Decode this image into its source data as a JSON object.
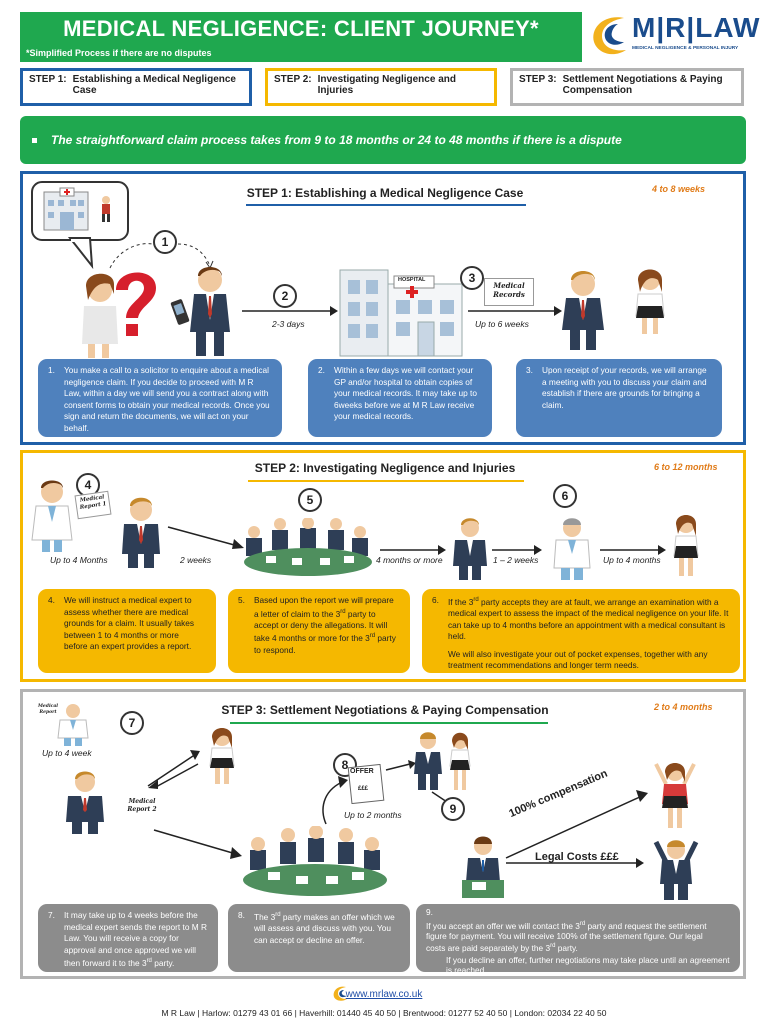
{
  "header": {
    "title": "MEDICAL NEGLIGENCE: CLIENT JOURNEY*",
    "subtitle": "*Simplified Process if there are no disputes"
  },
  "logo": {
    "text": "M|R|LAW",
    "tagline": "MEDICAL NEGLIGENCE & PERSONAL INJURY"
  },
  "steps_nav": [
    {
      "num": "STEP 1:",
      "label": "Establishing a Medical Negligence Case",
      "color": "#1f5fa8"
    },
    {
      "num": "STEP 2:",
      "label": "Investigating Negligence and Injuries",
      "color": "#f5b800"
    },
    {
      "num": "STEP 3:",
      "label": "Settlement Negotiations & Paying Compensation",
      "color": "#b3b3b3"
    }
  ],
  "banner": "The straightforward claim process takes from 9 to 18 months or 24 to 48 months if there is a dispute",
  "step1": {
    "title": "STEP 1: Establishing a Medical Negligence Case",
    "duration": "4 to 8 weeks",
    "markers": [
      "1",
      "2",
      "3"
    ],
    "labels": {
      "a": "2-3 days",
      "b": "Up to 6 weeks"
    },
    "records_doc": "Medical Records",
    "hospital_sign": "HOSPITAL",
    "boxes": [
      {
        "num": "1.",
        "text": "You make a call to a solicitor to enquire about a medical negligence claim. If you decide to proceed with M R Law, within a day we will send you a contract along with consent forms to obtain your medical records. Once you sign and return the documents, we will act on your behalf."
      },
      {
        "num": "2.",
        "text": "Within a few days we will contact your GP and/or hospital to obtain copies of your medical records. It may take up to 6weeks before we at M R Law receive your medical records."
      },
      {
        "num": "3.",
        "text": "Upon receipt of your records, we will arrange a meeting with you to discuss your claim and establish if there are grounds for bringing a claim."
      }
    ]
  },
  "step2": {
    "title": "STEP 2: Investigating Negligence and Injuries",
    "duration": "6 to 12 months",
    "markers": [
      "4",
      "5",
      "6"
    ],
    "labels": {
      "a": "Up to 4 Months",
      "b": "2 weeks",
      "c": "4 months or more",
      "d": "1 – 2 weeks",
      "e": "Up to 4 months"
    },
    "report_doc": "Medical Report 1",
    "box4": {
      "num": "4.",
      "text": "We will instruct a medical expert to assess whether there are medical grounds for a claim. It usually takes between 1 to 4 months or more before an expert provides a report."
    },
    "box5": {
      "num": "5.",
      "text_a": "Based upon the report we will prepare a letter of claim to the 3",
      "sup": "rd",
      "text_b": " party to accept or deny the allegations. It will take 4 months or more for the 3",
      "sup2": "rd",
      "text_c": " party to respond."
    },
    "box6": {
      "num": "6.",
      "text_a": "If the 3",
      "sup": "rd",
      "text_b": " party accepts they are at fault, we arrange an examination with a medical expert to assess the impact of the medical negligence on your life. It can take up to 4 months before an appointment with a medical consultant is held.",
      "extra": "We will also investigate your out of pocket expenses, together with any treatment recommendations and longer term needs."
    }
  },
  "step3": {
    "title": "STEP 3: Settlement Negotiations & Paying Compensation",
    "duration": "2 to 4 months",
    "markers": [
      "7",
      "8",
      "9"
    ],
    "labels": {
      "a": "Up to 4 week",
      "b": "Up to 2 months",
      "comp": "100% compensation",
      "legal": "Legal Costs £££"
    },
    "report_doc": "Medical Report 2",
    "small_doc": "Medical Report",
    "offer_doc": {
      "title": "OFFER",
      "amount": "£££"
    },
    "box7": {
      "num": "7.",
      "text_a": "It may take up to 4 weeks before the medical expert sends the report to M R Law. You will receive a copy for approval and once approved we will then forward it to the 3",
      "sup": "rd",
      "text_b": " party."
    },
    "box8": {
      "num": "8.",
      "text_a": "The 3",
      "sup": "rd",
      "text_b": " party makes an offer which we will assess and discuss with you. You can accept or decline an offer."
    },
    "box9": {
      "num": "9.",
      "text_a": "If you accept an offer we will contact the 3",
      "sup": "rd",
      "text_b": " party and request the settlement figure for payment. You will receive 100% of the settlement figure. Our legal costs are paid separately by the 3",
      "sup2": "rd",
      "text_c": " party.",
      "extra": "If you decline an offer, further negotiations may take place until an agreement is reached."
    }
  },
  "footer": {
    "url": "www.mrlaw.co.uk",
    "contacts": "M R Law | Harlow: 01279 43 01 66 | Haverhill: 01440 45 40 50 | Brentwood: 01277 52 40 50 | London: 02034 22 40 50"
  },
  "colors": {
    "green": "#1fa84f",
    "blue": "#1f5fa8",
    "yellow": "#f5b800",
    "grey": "#b3b3b3",
    "orange": "#e07b18"
  }
}
